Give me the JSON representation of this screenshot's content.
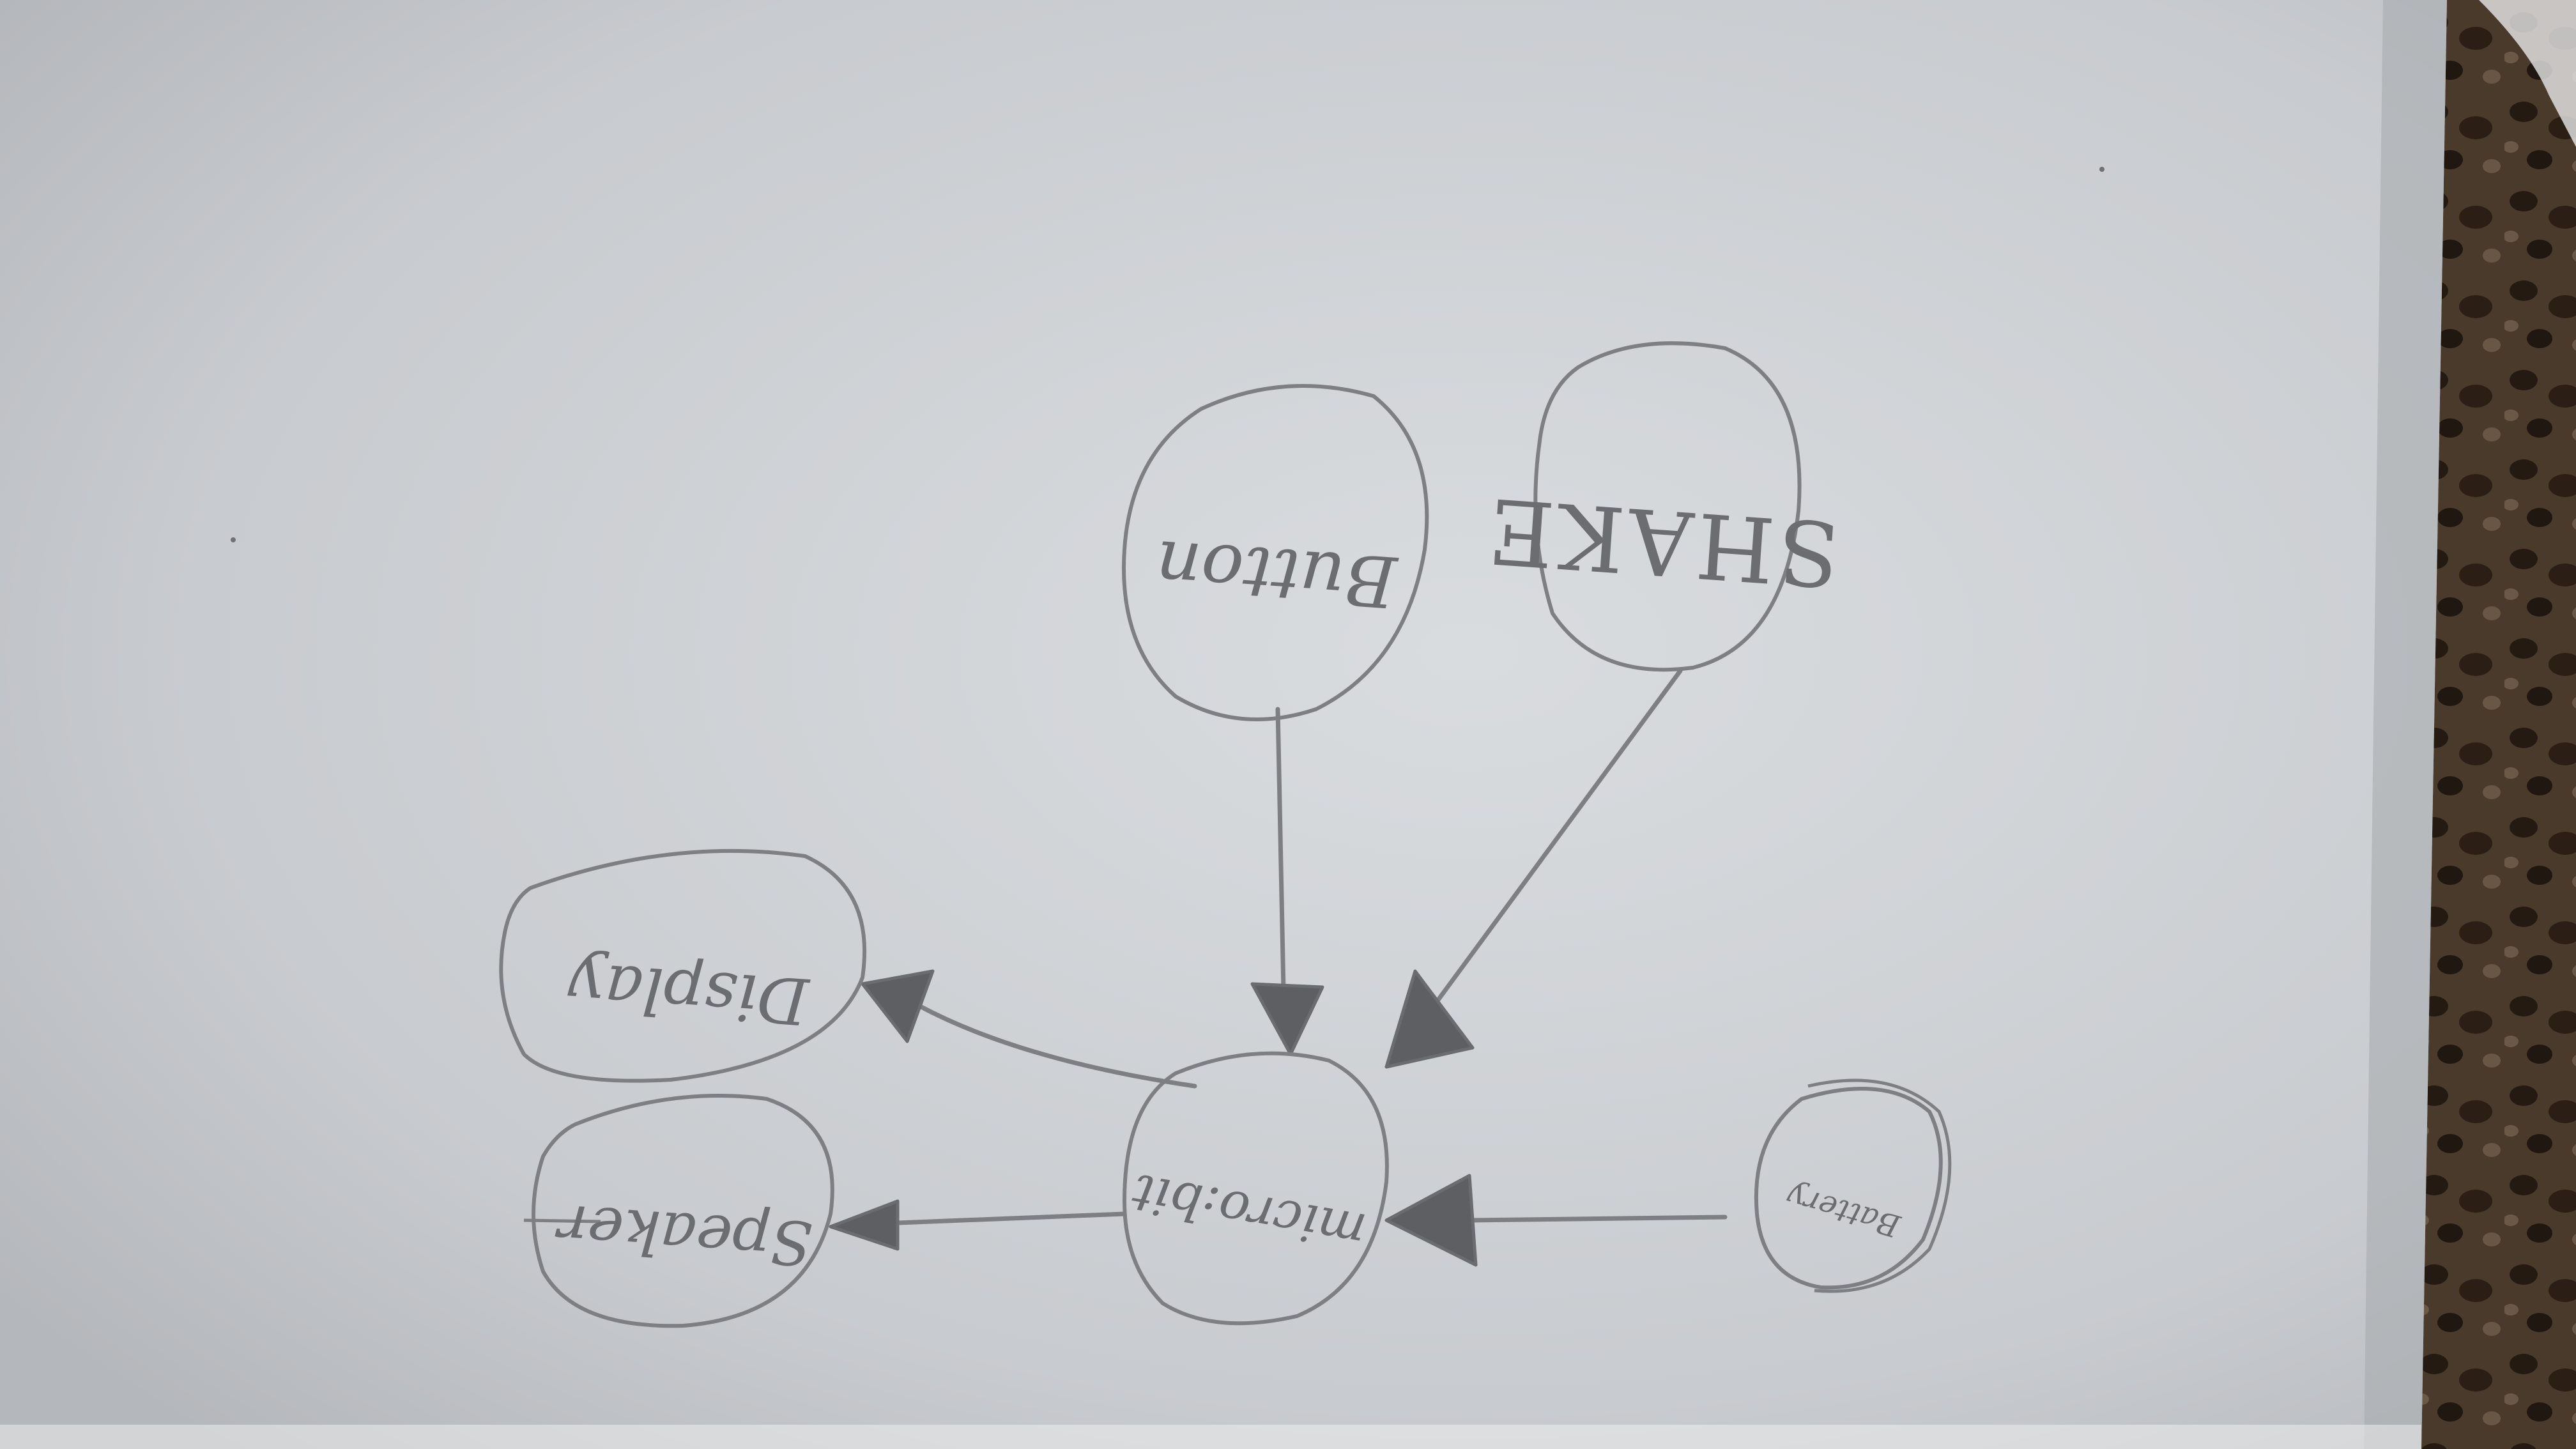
{
  "diagram": {
    "nodes": [
      {
        "id": "shake",
        "label": "SHAKE",
        "orientation": "upside-down"
      },
      {
        "id": "button",
        "label": "Button",
        "orientation": "upside-down"
      },
      {
        "id": "display",
        "label": "Display",
        "orientation": "upside-down"
      },
      {
        "id": "microbit",
        "label": "micro:bit",
        "orientation": "upside-down"
      },
      {
        "id": "speaker",
        "label": "Speaker",
        "orientation": "upside-down"
      },
      {
        "id": "battery",
        "label": "Battery",
        "orientation": "upside-down"
      }
    ],
    "edges": [
      {
        "from": "shake",
        "to": "microbit"
      },
      {
        "from": "button",
        "to": "microbit"
      },
      {
        "from": "battery",
        "to": "microbit"
      },
      {
        "from": "microbit",
        "to": "display"
      },
      {
        "from": "microbit",
        "to": "speaker"
      }
    ]
  },
  "colors": {
    "paper": "#cfd2d6",
    "pencil": "#7d7f82",
    "background": "#8f949b"
  }
}
